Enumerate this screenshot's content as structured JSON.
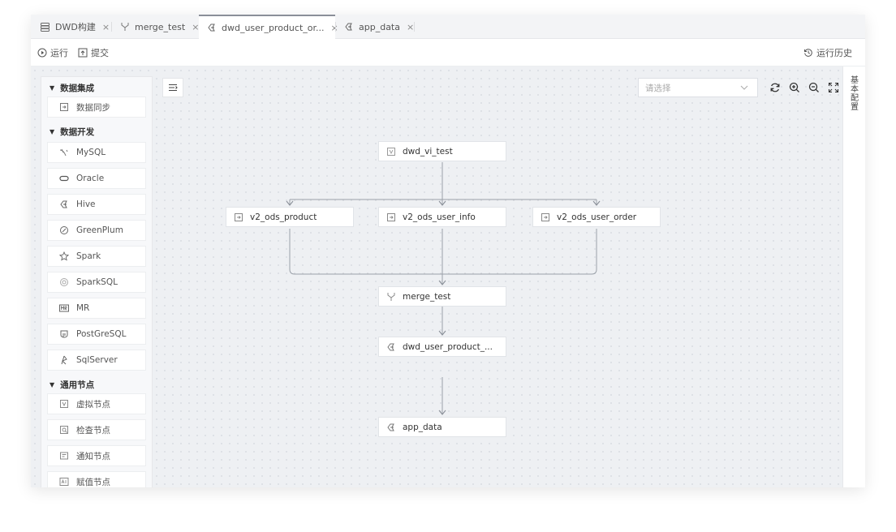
{
  "tabs": [
    {
      "label": "DWD构建",
      "icon": "database-icon"
    },
    {
      "label": "merge_test",
      "icon": "merge-icon"
    },
    {
      "label": "dwd_user_product_or...",
      "icon": "hive-icon"
    },
    {
      "label": "app_data",
      "icon": "hive-icon"
    }
  ],
  "tab_close": "×",
  "toolbar": {
    "run_label": "运行",
    "submit_label": "提交",
    "history_label": "运行历史"
  },
  "panel": {
    "groups": [
      {
        "title": "数据集成",
        "items": [
          {
            "label": "数据同步",
            "icon": "sync-icon"
          }
        ]
      },
      {
        "title": "数据开发",
        "items": [
          {
            "label": "MySQL",
            "icon": "mysql-icon"
          },
          {
            "label": "Oracle",
            "icon": "oracle-icon"
          },
          {
            "label": "Hive",
            "icon": "hive-icon"
          },
          {
            "label": "GreenPlum",
            "icon": "greenplum-icon"
          },
          {
            "label": "Spark",
            "icon": "spark-icon"
          },
          {
            "label": "SparkSQL",
            "icon": "sparksql-icon"
          },
          {
            "label": "MR",
            "icon": "mr-icon"
          },
          {
            "label": "PostGreSQL",
            "icon": "postgresql-icon"
          },
          {
            "label": "SqlServer",
            "icon": "sqlserver-icon"
          }
        ]
      },
      {
        "title": "通用节点",
        "items": [
          {
            "label": "虚拟节点",
            "icon": "virtual-node-icon"
          },
          {
            "label": "检查节点",
            "icon": "check-node-icon"
          },
          {
            "label": "通知节点",
            "icon": "notify-node-icon"
          },
          {
            "label": "赋值节点",
            "icon": "assign-node-icon"
          }
        ]
      }
    ]
  },
  "controls": {
    "select_placeholder": "请选择"
  },
  "right_panel_label": "基本配置",
  "nodes": {
    "dwd_vi_test": "dwd_vi_test",
    "v2_ods_product": "v2_ods_product",
    "v2_ods_user_info": "v2_ods_user_info",
    "v2_ods_user_order": "v2_ods_user_order",
    "merge_test": "merge_test",
    "dwd_user_product": "dwd_user_product_...",
    "app_data": "app_data"
  }
}
